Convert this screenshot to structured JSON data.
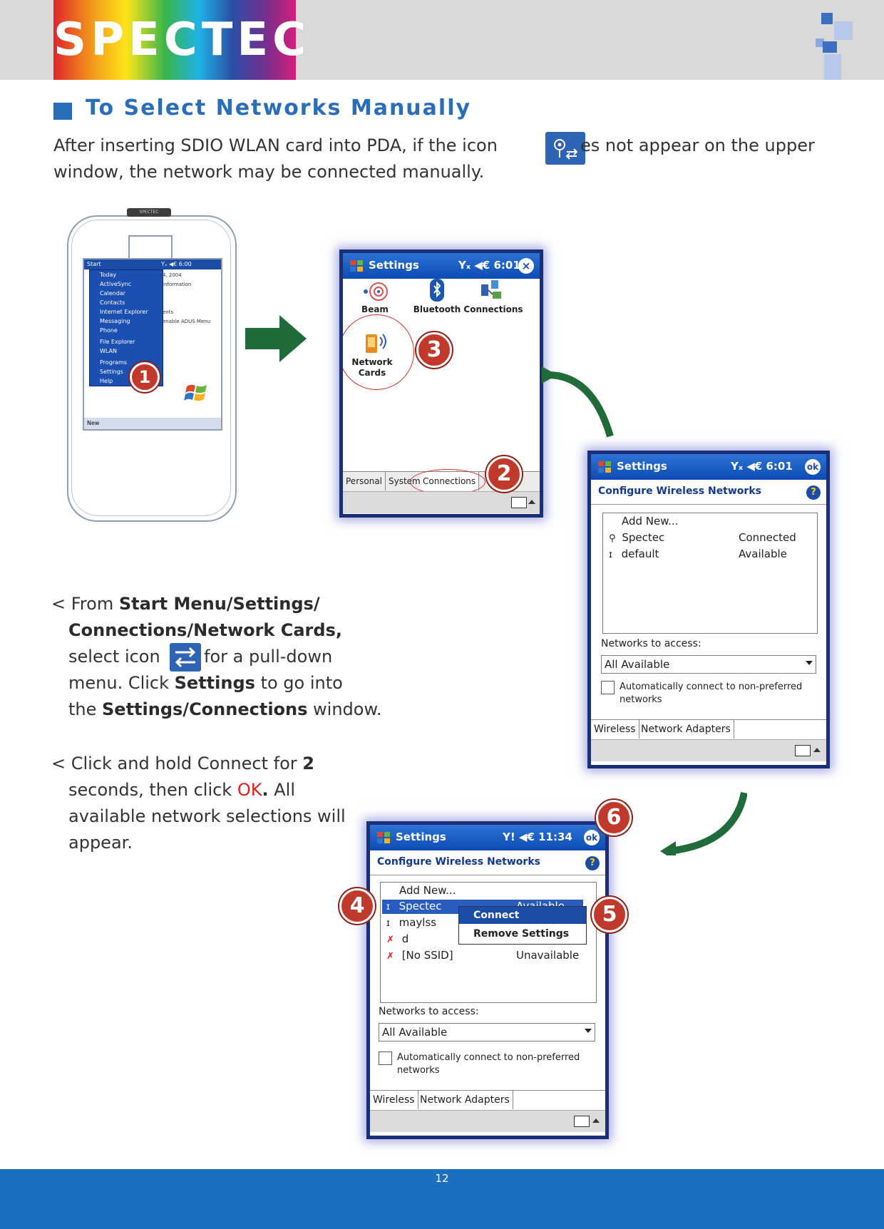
{
  "header": {
    "logo_text": "SPECTEC"
  },
  "section": {
    "title": "To Select Networks Manually",
    "intro_line1_a": "After inserting SDIO WLAN card into PDA, if the icon",
    "intro_line1_b": "es not appear on the upper",
    "intro_line2": "window, the network may be connected manually."
  },
  "pda": {
    "brand": "SPECTEC",
    "top_start": "Start",
    "top_status": "Yₓ ◀€ 6:00",
    "menu_items": [
      "Today",
      "ActiveSync",
      "Calendar",
      "Contacts",
      "Internet Explorer",
      "Messaging",
      "Phone",
      "File Explorer",
      "WLAN",
      "Programs",
      "Settings",
      "Help"
    ],
    "today_text": [
      "4, 2004",
      "information",
      "ents",
      "enable ADUS Menu"
    ],
    "bottom_new": "New"
  },
  "screen_settings": {
    "title": "Settings",
    "status": "Yₓ ◀€ 6:01",
    "icons": [
      "Beam",
      "Bluetooth",
      "Connections"
    ],
    "network_cards_label_1": "Network",
    "network_cards_label_2": "Cards",
    "tabs": [
      "Personal",
      "System",
      "Connections"
    ]
  },
  "screen_wireless_1": {
    "title": "Settings",
    "status": "Yₓ ◀€ 6:01",
    "ok": "ok",
    "subtitle": "Configure Wireless Networks",
    "help": "?",
    "networks": [
      {
        "name": "Add New...",
        "status": ""
      },
      {
        "name": "Spectec",
        "status": "Connected"
      },
      {
        "name": "default",
        "status": "Available"
      }
    ],
    "networks_to_access_label": "Networks to access:",
    "access_value": "All Available",
    "auto_connect_1": "Automatically connect to non-preferred",
    "auto_connect_2": "networks",
    "tabs": [
      "Wireless",
      "Network Adapters"
    ]
  },
  "screen_wireless_2": {
    "title": "Settings",
    "status": "Y! ◀€ 11:34",
    "ok": "ok",
    "subtitle": "Configure Wireless Networks",
    "help": "?",
    "networks": [
      {
        "name": "Add New...",
        "status": ""
      },
      {
        "name": "Spectec",
        "status": "Available"
      },
      {
        "name": "maylss",
        "status": ""
      },
      {
        "name": "d",
        "status": ""
      },
      {
        "name": "[No SSID]",
        "status": "Unavailable"
      }
    ],
    "context_menu": [
      "Connect",
      "Remove Settings"
    ],
    "networks_to_access_label": "Networks to access:",
    "access_value": "All Available",
    "auto_connect_1": "Automatically connect to non-preferred",
    "auto_connect_2": "networks",
    "tabs": [
      "Wireless",
      "Network Adapters"
    ]
  },
  "badges": [
    "1",
    "2",
    "3",
    "4",
    "5",
    "6"
  ],
  "steps": {
    "step1": {
      "line1_prefix": "< From ",
      "line1_bold": "Start Menu/Settings/",
      "line2_bold": "Connections/Network Cards,",
      "line3_a": "select icon",
      "line3_b": "for a pull-down",
      "line4_a": "menu.  Click ",
      "line4_bold": "Settings",
      "line4_b": " to go into",
      "line5_a": "the ",
      "line5_bold": "Settings/Connections",
      "line5_b": " window."
    },
    "step2": {
      "line1_a": "< Click and hold Connect for ",
      "line1_bold": "2",
      "line2_a": "seconds, then click ",
      "line2_red": "OK",
      "line2_bold": ".",
      "line2_b": "  All",
      "line3": "available network selections will",
      "line4": "appear."
    }
  },
  "footer": {
    "page_number": "12"
  },
  "colors": {
    "accent": "#2a6db8",
    "footer": "#1c6fc0",
    "badge": "#c0392b",
    "arrow": "#1f6b3a"
  }
}
